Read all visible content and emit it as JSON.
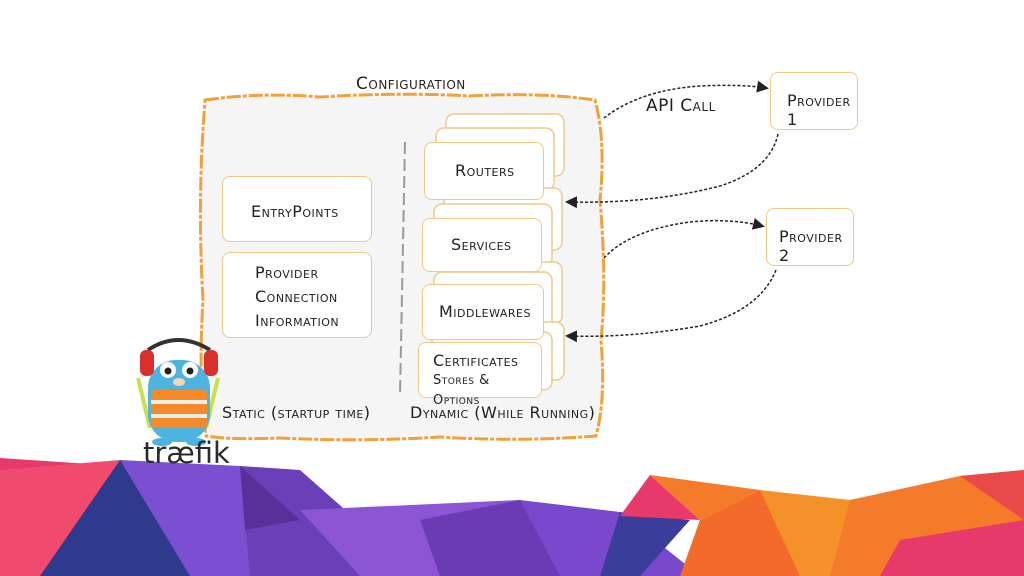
{
  "diagram": {
    "configuration_title": "Configuration",
    "api_call_label": "API Call",
    "provider1_label": "Provider 1",
    "provider2_label": "Provider 2",
    "static": {
      "entrypoints_label": "EntryPoints",
      "provider_connection_label": "Provider Connection Information",
      "footer_label": "Static (startup time)"
    },
    "dynamic": {
      "routers_label": "Routers",
      "services_label": "Services",
      "middlewares_label": "Middlewares",
      "certificates_label": "Certificates",
      "certificates_sub_label": "Stores & Options",
      "footer_label": "Dynamic (While Running)"
    }
  },
  "logo": {
    "wordmark": "træfik"
  },
  "colors": {
    "config_border": "#f0a23a",
    "box_border": "#f0c987",
    "mountain_purple": "#7c4fd1",
    "mountain_navy": "#2e3a8c",
    "mountain_pink": "#e83a6a",
    "mountain_orange": "#f47b2a"
  }
}
